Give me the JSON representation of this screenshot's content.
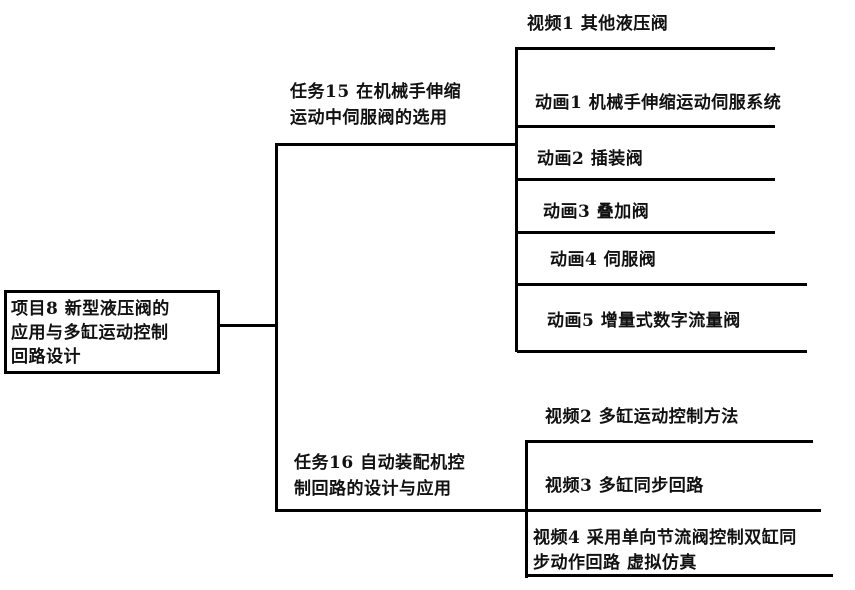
{
  "root": {
    "lines": [
      "项目8  新型液压阀的",
      "应用与多缸运动控制",
      "回路设计"
    ]
  },
  "tasks": [
    {
      "lines": [
        "任务15  在机械手伸缩",
        "运动中伺服阀的选用"
      ],
      "items": [
        "视频1  其他液压阀",
        "动画1  机械手伸缩运动伺服系统",
        "动画2  插装阀",
        "动画3  叠加阀",
        "动画4  伺服阀",
        "动画5  增量式数字流量阀"
      ]
    },
    {
      "lines": [
        "任务16  自动装配机控",
        "制回路的设计与应用"
      ],
      "items": [
        "视频2  多缸运动控制方法",
        "视频3  多缸同步回路"
      ],
      "multi_item": {
        "lines": [
          "视频4  采用单向节流阀控制双缸同",
          "步动作回路 虚拟仿真"
        ]
      }
    }
  ]
}
